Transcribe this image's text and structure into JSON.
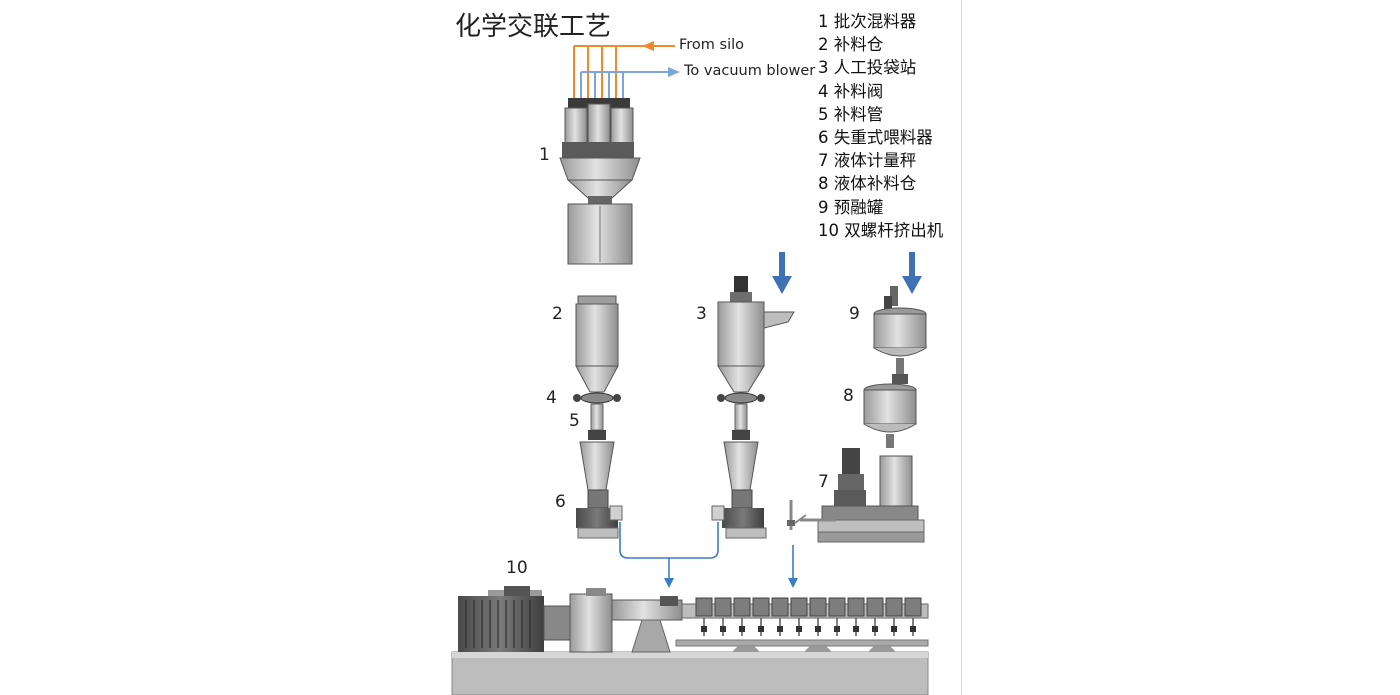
{
  "title": "化学交联工艺",
  "legend": [
    "1  批次混料器",
    "2  补料仓",
    "3  人工投袋站",
    "4  补料阀",
    "5  补料管",
    "6  失重式喂料器",
    "7  液体计量秤",
    "8  液体补料仓",
    "9  预融罐",
    "10  双螺杆挤出机"
  ],
  "flow_labels": {
    "from_silo": "From silo",
    "to_vacuum": "To vacuum  blower"
  },
  "numbers": {
    "n1": "1",
    "n2": "2",
    "n3": "3",
    "n4": "4",
    "n5": "5",
    "n6": "6",
    "n7": "7",
    "n8": "8",
    "n9": "9",
    "n10": "10"
  },
  "colors": {
    "silo_line": "#f0892e",
    "vacuum_line": "#7aa6d8",
    "feed_line": "#3c7dc7",
    "arrow_blue": "#3f72b5",
    "metal": "#c8c8c8",
    "metal_dark": "#6b6b6b",
    "motor": "#5c5c5c"
  }
}
